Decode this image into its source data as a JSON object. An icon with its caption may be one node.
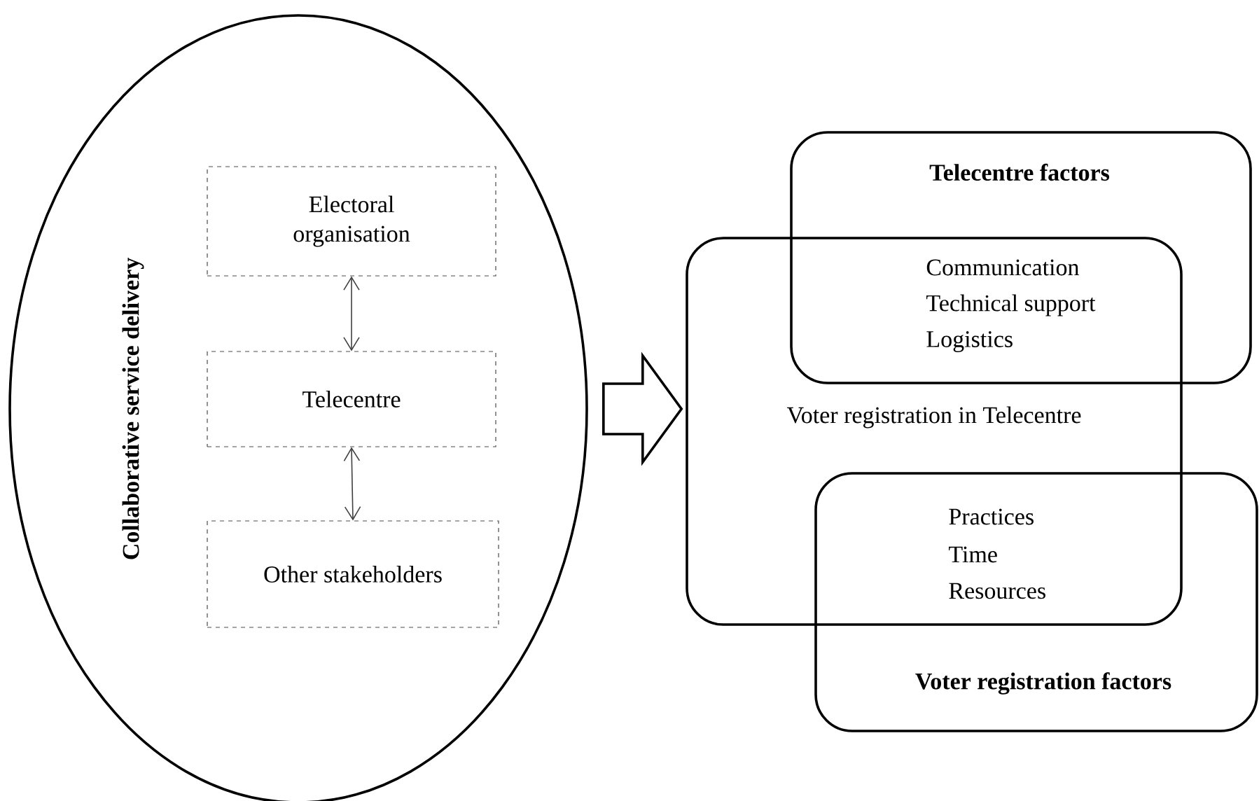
{
  "diagram": {
    "nodes": [
      {
        "text": [
          "Collaborative service delivery"
        ]
      },
      {
        "text": [
          "Electoral organisation"
        ],
        "in": 0
      },
      {
        "text": [
          "Telecentre"
        ],
        "in": 0
      },
      {
        "text": [
          "Other stakeholders"
        ],
        "in": 0
      },
      {
        "text": [
          "Voter registration in Telecentre"
        ]
      },
      {
        "text": [
          "Telecentre factors",
          "Communication",
          "Technical support",
          "Logistics"
        ]
      },
      {
        "text": [
          "Practices",
          "Time",
          "Resources",
          "Voter registration factors"
        ]
      }
    ],
    "edges": [
      {
        "from": 1,
        "to": 2,
        "arrow": "both"
      },
      {
        "from": 2,
        "to": 3,
        "arrow": "both"
      },
      {
        "from": 0,
        "to": 4,
        "arrow": "to"
      }
    ]
  }
}
